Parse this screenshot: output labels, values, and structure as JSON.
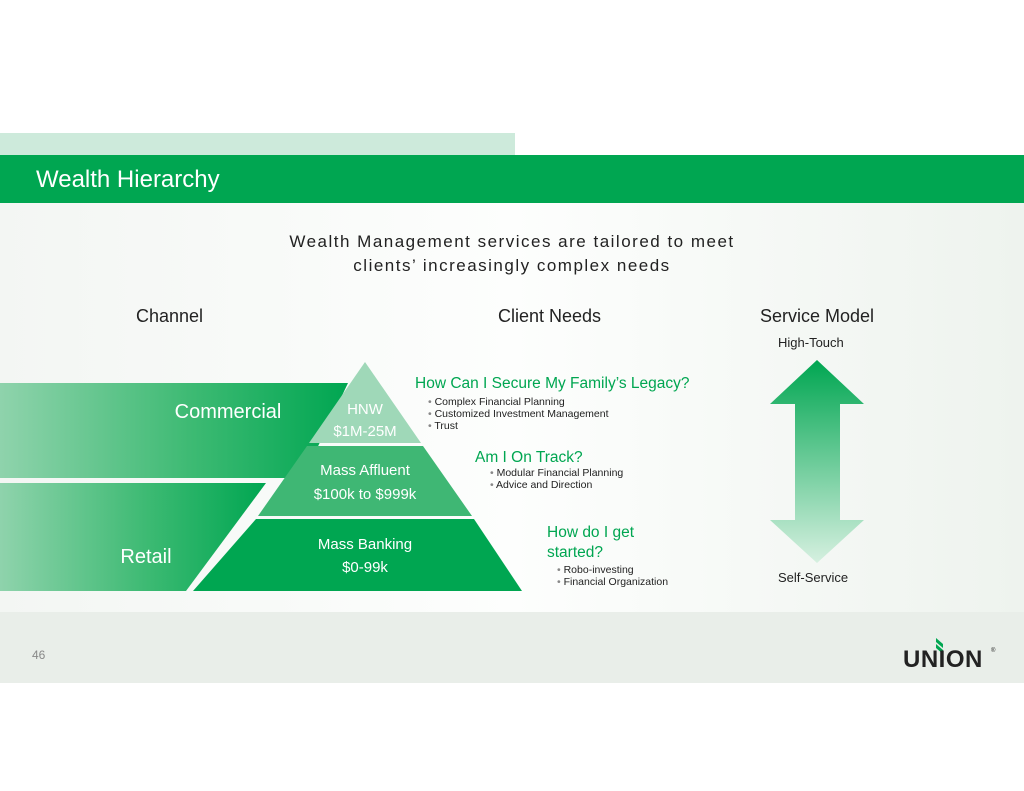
{
  "header": {
    "title": "Wealth Hierarchy"
  },
  "subtitle": {
    "line1": "Wealth Management services are tailored to meet",
    "line2": "clients’ increasingly complex needs"
  },
  "columns": {
    "channel": "Channel",
    "client_needs": "Client Needs",
    "service_model": "Service Model"
  },
  "channels": {
    "commercial": "Commercial",
    "retail": "Retail"
  },
  "tiers": [
    {
      "name": "HNW",
      "range": "$1M-25M"
    },
    {
      "name": "Mass Affluent",
      "range": "$100k to $999k"
    },
    {
      "name": "Mass Banking",
      "range": "$0-99k"
    }
  ],
  "needs": [
    {
      "question": "How Can I Secure My Family’s Legacy?",
      "items": [
        "Complex Financial Planning",
        "Customized Investment Management",
        "Trust"
      ]
    },
    {
      "question": "Am I On Track?",
      "items": [
        "Modular Financial Planning",
        "Advice and Direction"
      ]
    },
    {
      "question_line1": "How do I get",
      "question_line2": "started?",
      "items": [
        "Robo-investing",
        "Financial Organization"
      ]
    }
  ],
  "service_model": {
    "top": "High-Touch",
    "bottom": "Self-Service"
  },
  "footer": {
    "page_number": "46",
    "logo": "UNION"
  },
  "colors": {
    "green": "#00a651",
    "light_green": "#9fd8b8"
  }
}
